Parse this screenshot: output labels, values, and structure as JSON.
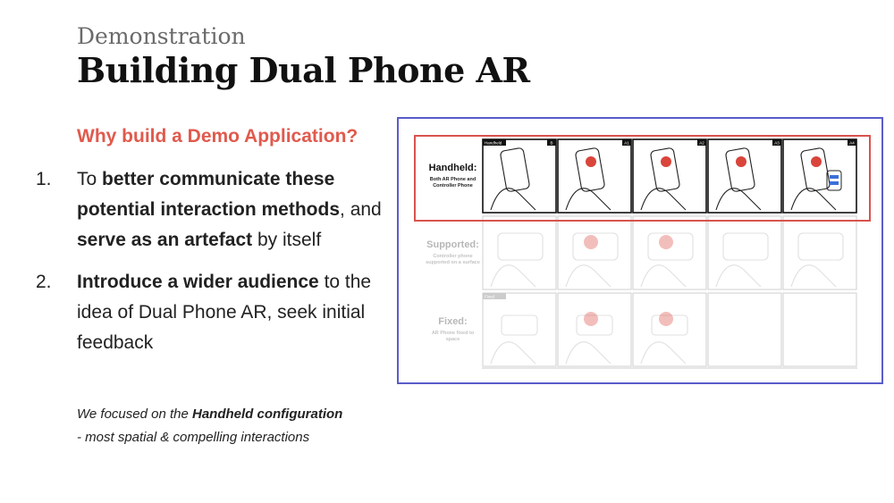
{
  "slide": {
    "kicker": "Demonstration",
    "title": "Building Dual Phone AR",
    "question": "Why build a Demo Application?",
    "items": [
      {
        "number": "1.",
        "segments": [
          {
            "text": "To ",
            "bold": false
          },
          {
            "text": "better communicate these potential interaction methods",
            "bold": true
          },
          {
            "text": ", and ",
            "bold": false
          },
          {
            "text": "serve as an artefact",
            "bold": true
          },
          {
            "text": " by itself",
            "bold": false
          }
        ]
      },
      {
        "number": "2.",
        "segments": [
          {
            "text": "Introduce a wider audience",
            "bold": true
          },
          {
            "text": " to the idea of Dual Phone AR, seek initial feedback",
            "bold": false
          }
        ]
      }
    ],
    "note": {
      "prefix": "We focused on the ",
      "emphasis": "Handheld configuration",
      "suffix": " - most spatial & compelling interactions"
    }
  },
  "figure": {
    "highlight_color": "#d9534f",
    "frame_color": "#5a5cc9",
    "rows": [
      {
        "label": "Handheld:",
        "sublabel": [
          "Both AR Phone and",
          "Controller Phone"
        ],
        "active": true,
        "cells": [
          {
            "tag": "Handheld",
            "id": "B"
          },
          {
            "tag": "",
            "id": "A1"
          },
          {
            "tag": "",
            "id": "A2"
          },
          {
            "tag": "",
            "id": "A3"
          },
          {
            "tag": "",
            "id": "A4"
          }
        ]
      },
      {
        "label": "Supported:",
        "sublabel": [
          "Controller phone",
          "supported on a surface"
        ],
        "active": false,
        "cells": [
          {
            "tag": "",
            "id": ""
          },
          {
            "tag": "",
            "id": ""
          },
          {
            "tag": "",
            "id": ""
          },
          {
            "tag": "",
            "id": ""
          },
          {
            "tag": "",
            "id": ""
          }
        ]
      },
      {
        "label": "Fixed:",
        "sublabel": [
          "AR Phone fixed to",
          "space"
        ],
        "active": false,
        "cells": [
          {
            "tag": "Fixed",
            "id": ""
          },
          {
            "tag": "",
            "id": ""
          },
          {
            "tag": "",
            "id": ""
          },
          {
            "tag": "",
            "id": ""
          },
          {
            "tag": "",
            "id": ""
          }
        ]
      }
    ]
  }
}
